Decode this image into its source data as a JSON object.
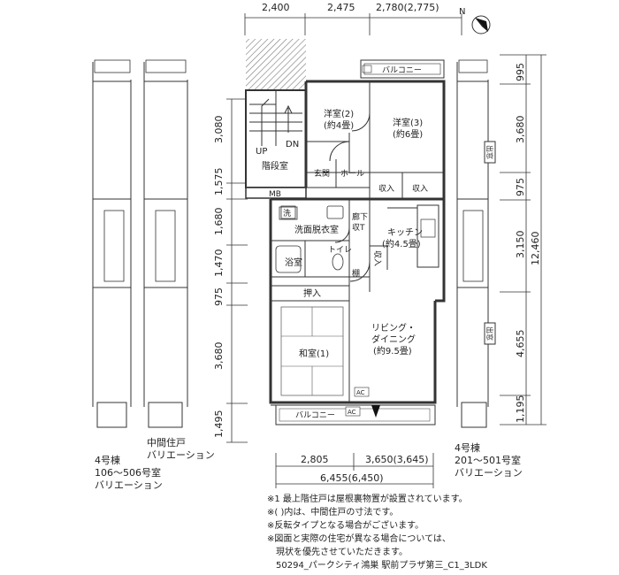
{
  "dimensions": {
    "top": [
      "2,400",
      "2,475",
      "2,780(2,775)"
    ],
    "left": [
      "3,080",
      "1,575",
      "1,680",
      "1,470",
      "975",
      "3,680",
      "1,495"
    ],
    "right": [
      "995",
      "3,680",
      "975",
      "3,150",
      "4,655",
      "1,195"
    ],
    "right_total": "12,460",
    "bottom": [
      "2,805",
      "3,650(3,645)"
    ],
    "bottom_total": "6,455(6,450)"
  },
  "rooms": {
    "balcony_top": "バルコニー",
    "bedroom2": [
      "洋室(2)",
      "(約4畳)"
    ],
    "bedroom3": [
      "洋室(3)",
      "(約6畳)"
    ],
    "stairs": "階段室",
    "up": "UP",
    "dn": "DN",
    "entrance": "玄関",
    "hall": "ホール",
    "mb": "MB",
    "storage": "収入",
    "wash_mark": "洗",
    "washroom": "洗面脱衣室",
    "corridor": "廊下",
    "stor_t": "収T",
    "kitchen": [
      "キッチン",
      "(約4.5畳)"
    ],
    "bath": "浴室",
    "toilet": "トイレ",
    "shelf": "棚",
    "oshiire": "押入",
    "living": [
      "リビング・",
      "ダイニング",
      "(約9.5畳)"
    ],
    "washitsu": "和室(1)",
    "ac": "AC",
    "balcony_bottom": "バルコニー",
    "side_mark": "出窓"
  },
  "compass": "N",
  "captions": {
    "middle": [
      "中間住戸",
      "バリエーション"
    ],
    "left": [
      "4号棟",
      "106～506号室",
      "バリエーション"
    ],
    "right": [
      "4号棟",
      "201～501号室",
      "バリエーション"
    ]
  },
  "notes": [
    "※1 最上階住戸は屋根裏物置が設置されています。",
    "※( )内は、中間住戸の寸法です。",
    "※反転タイプとなる場合がございます。",
    "※図面と実際の住宅が異なる場合については、",
    "　現状を優先させていただきます。"
  ],
  "footer": "50294_パークシティ鴻巣 駅前プラザ第三_C1_3LDK"
}
